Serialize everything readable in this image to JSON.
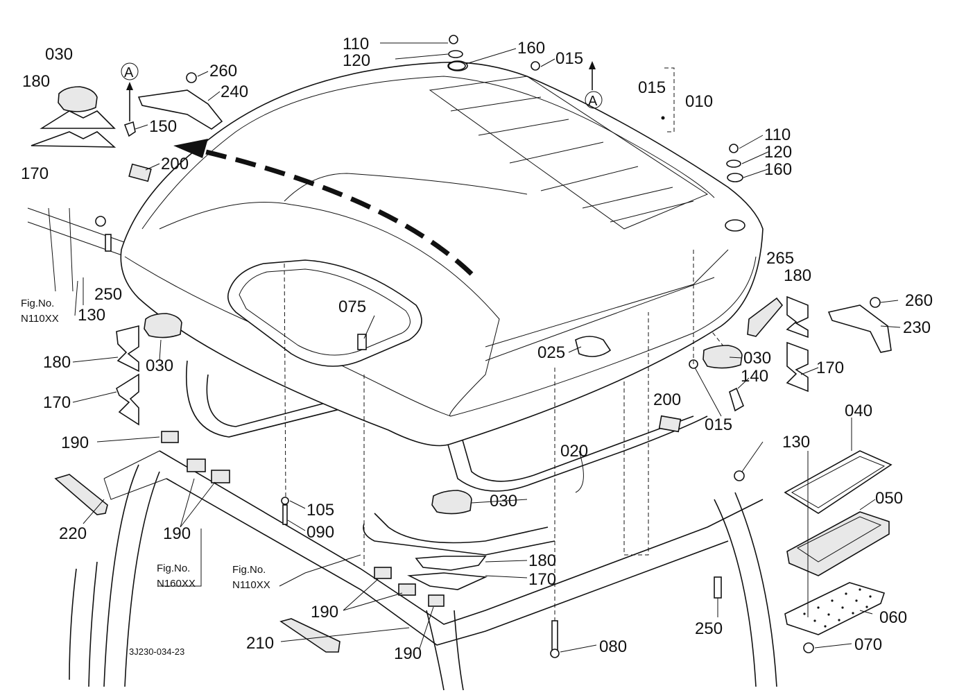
{
  "diagram": {
    "document_number": "3J230-034-23",
    "section_marker": "A",
    "fig_refs": [
      {
        "id": "fig-left",
        "line1": "Fig.No.",
        "line2": "N110XX"
      },
      {
        "id": "fig-mid",
        "line1": "Fig.No.",
        "line2": "N160XX"
      },
      {
        "id": "fig-bottom",
        "line1": "Fig.No.",
        "line2": "N110XX"
      }
    ],
    "callouts": {
      "c030a": "030",
      "c180a": "180",
      "c170a": "170",
      "c150": "150",
      "c260a": "260",
      "c240": "240",
      "c200a": "200",
      "c130a": "130",
      "c250a": "250",
      "c110a": "110",
      "c120a": "120",
      "c160a": "160",
      "c015a": "015",
      "c015b": "015",
      "c010": "010",
      "c110b": "110",
      "c120b": "120",
      "c160b": "160",
      "c265": "265",
      "c180b": "180",
      "c260b": "260",
      "c230": "230",
      "c075": "075",
      "c030b": "030",
      "c180c": "180",
      "c170b": "170",
      "c025": "025",
      "c030c": "030",
      "c140": "140",
      "c170c": "170",
      "c015c": "015",
      "c200b": "200",
      "c040": "040",
      "c190a": "190",
      "c020": "020",
      "c130b": "130",
      "c050": "050",
      "c220": "220",
      "c190b": "190",
      "c105": "105",
      "c090": "090",
      "c030d": "030",
      "c180d": "180",
      "c170d": "170",
      "c250b": "250",
      "c060": "060",
      "c190c": "190",
      "c210": "210",
      "c190d": "190",
      "c080": "080",
      "c070": "070"
    }
  }
}
